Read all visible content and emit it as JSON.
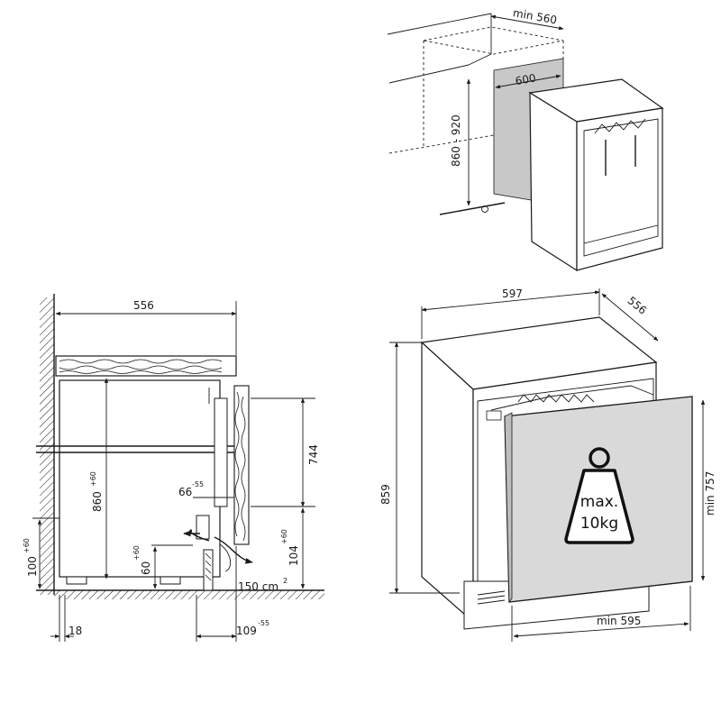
{
  "colors": {
    "line": "#1a1a1a",
    "panel_grey": "#c8c8c8",
    "door_grey": "#d9d9d9",
    "background": "#ffffff"
  },
  "top_view": {
    "dim_depth": "min 560",
    "dim_width": "600",
    "dim_height": "860 - 920"
  },
  "side_view": {
    "dim_depth": "556",
    "dim_body_height": "860",
    "dim_body_height_sup": "+60",
    "dim_door_height": "744",
    "dim_gap": "66",
    "dim_gap_sup": "-55",
    "dim_plinth": "100",
    "dim_plinth_sup": "+60",
    "dim_vent": "60",
    "dim_vent_sup": "+60",
    "dim_plinth_front": "104",
    "dim_plinth_front_sup": "+60",
    "vent_area": "150 cm",
    "vent_area_sup": "2",
    "dim_offset": "18",
    "dim_setback": "109",
    "dim_setback_sup": "-55"
  },
  "front_view": {
    "dim_width": "597",
    "dim_depth": "556",
    "dim_height": "859",
    "dim_door_height": "min 757",
    "dim_door_width": "min 595",
    "weight_line1": "max.",
    "weight_line2": "10kg"
  }
}
